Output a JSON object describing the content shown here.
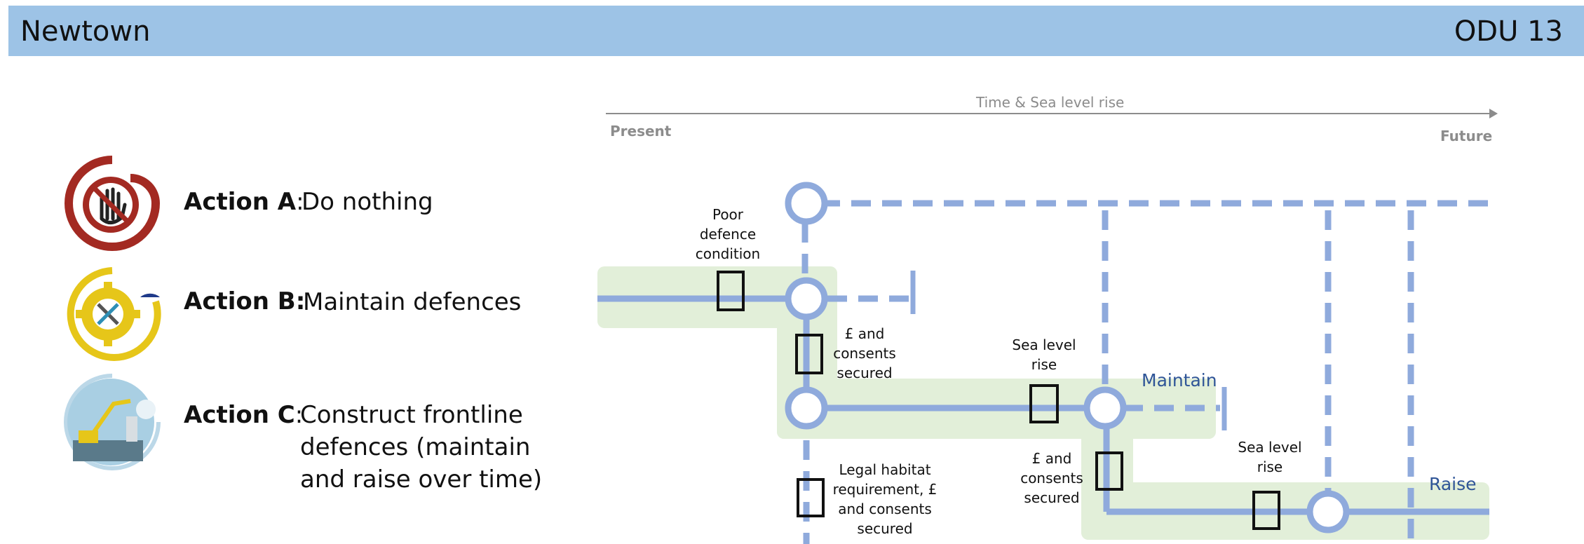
{
  "header": {
    "title": "Newtown",
    "code": "ODU 13"
  },
  "actions": [
    {
      "name": "Action A",
      "sep": ":",
      "description": "Do nothing",
      "icon": "hand-stop-icon"
    },
    {
      "name": "Action B:",
      "sep": "",
      "description": "Maintain defences",
      "icon": "gear-tools-icon"
    },
    {
      "name": "Action C",
      "sep": ":",
      "description": "Construct frontline defences (maintain and raise over time)",
      "icon": "construction-icon"
    }
  ],
  "diagram": {
    "axis": {
      "title": "Time & Sea level rise",
      "start": "Present",
      "end": "Future"
    },
    "triggers": {
      "poor_defence": "Poor defence condition",
      "funds_1": "£ and consents secured",
      "sea_level_1": "Sea level rise",
      "legal_habitat": "Legal habitat requirement, £ and consents secured",
      "funds_2": "£ and consents secured",
      "sea_level_2": "Sea level rise"
    },
    "paths": {
      "maintain": "Maintain",
      "raise": "Raise"
    },
    "colors": {
      "header": "#9dc3e6",
      "line": "#8faadc",
      "band": "#e2efd9",
      "label": "#2f5597",
      "axis": "#8c8c8c"
    }
  }
}
